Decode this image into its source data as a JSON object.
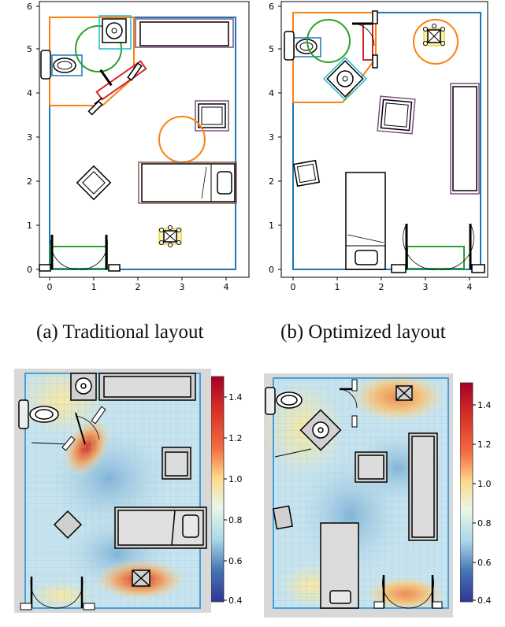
{
  "captions": {
    "a": "(a) Traditional layout",
    "b": "(b) Optimized layout"
  },
  "plot_a": {
    "x_ticks": [
      "0",
      "1",
      "2",
      "3",
      "4"
    ],
    "y_ticks": [
      "0",
      "1",
      "2",
      "3",
      "4",
      "5",
      "6"
    ]
  },
  "plot_b": {
    "x_ticks": [
      "0",
      "1",
      "2",
      "3",
      "4"
    ],
    "y_ticks": [
      "0",
      "1",
      "2",
      "3",
      "4",
      "5",
      "6"
    ]
  },
  "colorbar_a": {
    "ticks": [
      "1.4",
      "1.2",
      "1.0",
      "0.8",
      "0.6",
      "0.4"
    ]
  },
  "colorbar_b": {
    "ticks": [
      "1.4",
      "1.2",
      "1.0",
      "0.8",
      "0.6",
      "0.4"
    ]
  },
  "colors": {
    "wall": "#1f77b4",
    "toilet_zone": "#ff7f0e",
    "door": "#2ca02c",
    "furniture": "#222222",
    "bed": "#8c564b",
    "closet": "#7b4f7f",
    "sink_zone": "#17becf",
    "red_item": "#d62728",
    "yellow": "#e6d84a"
  }
}
